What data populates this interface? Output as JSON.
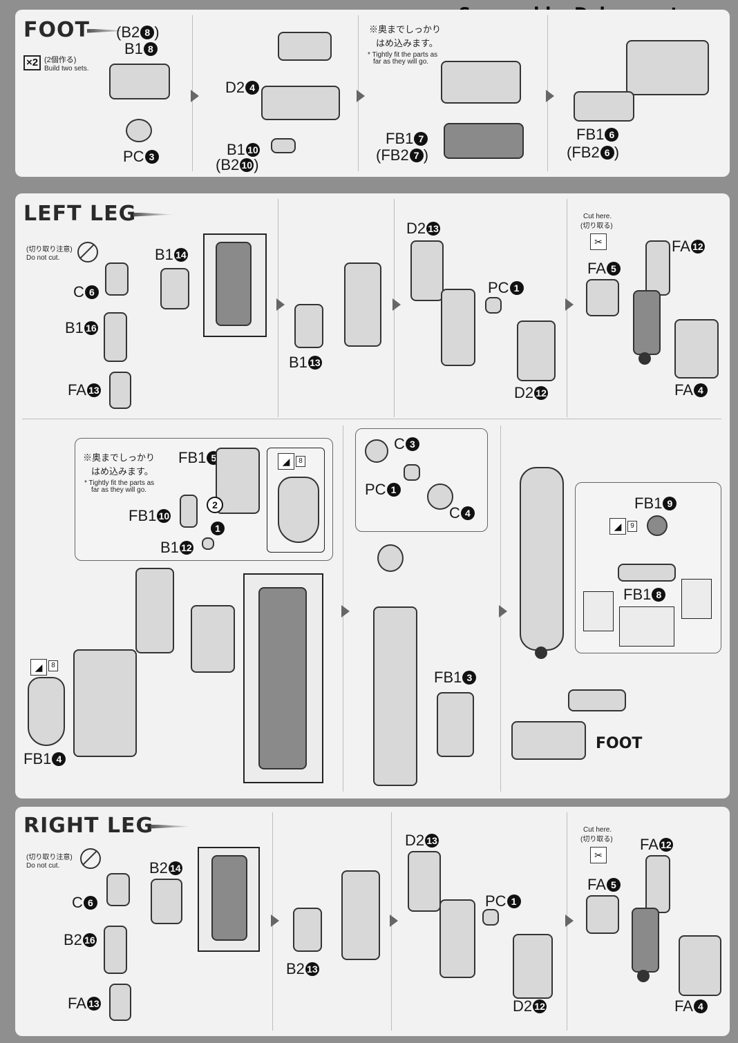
{
  "header": {
    "scanned_by": "Scanned by Dalong.net"
  },
  "foot": {
    "title": "FOOT",
    "build_count": "×2",
    "build_jp": "(2個作る)",
    "build_en": "Build two sets.",
    "step1": {
      "label_top_paren": "(B2",
      "label_top_num": "8",
      "label_top_close": ")",
      "label_b1": "B1",
      "label_b1_num": "8",
      "label_pc": "PC",
      "label_pc_num": "3"
    },
    "step2": {
      "label_d2": "D2",
      "label_d2_num": "4",
      "label_b1": "B1",
      "label_b1_num": "10",
      "label_b2": "(B2",
      "label_b2_num": "10",
      "label_b2_close": ")"
    },
    "step3": {
      "note_jp_1": "※奥までしっかり",
      "note_jp_2": "はめ込みます。",
      "note_en_1": "* Tightly fit the parts as",
      "note_en_2": "far as they will go.",
      "label_fb1": "FB1",
      "label_fb1_num": "7",
      "label_fb2": "(FB2",
      "label_fb2_num": "7",
      "label_fb2_close": ")"
    },
    "step4": {
      "label_fb1": "FB1",
      "label_fb1_num": "6",
      "label_fb2": "(FB2",
      "label_fb2_num": "6",
      "label_fb2_close": ")"
    }
  },
  "left_leg": {
    "title": "LEFT LEG",
    "nocut_jp": "(切り取り注意)",
    "nocut_en": "Do not cut.",
    "labels": {
      "c6": "C",
      "c6_num": "6",
      "b14": "B1",
      "b14_num": "14",
      "b16": "B1",
      "b16_num": "16",
      "fa13": "FA",
      "fa13_num": "13",
      "b13": "B1",
      "b13_num": "13",
      "d213": "D2",
      "d213_num": "13",
      "pc1": "PC",
      "pc1_num": "1",
      "d212": "D2",
      "d212_num": "12",
      "cut_here_en": "Cut here.",
      "cut_here_jp": "(切り取る)",
      "fa12": "FA",
      "fa12_num": "12",
      "fa5": "FA",
      "fa5_num": "5",
      "fa4": "FA",
      "fa4_num": "4"
    },
    "lower": {
      "note_jp_1": "※奥までしっかり",
      "note_jp_2": "はめ込みます。",
      "note_en_1": "* Tightly fit the parts as",
      "note_en_2": "far as they will go.",
      "fb15": "FB1",
      "fb15_num": "5",
      "fb110": "FB1",
      "fb110_num": "10",
      "b112": "B1",
      "b112_num": "12",
      "step_2": "2",
      "step_1": "1",
      "ref_8a": "8",
      "ref_8b": "8",
      "ref_9": "9",
      "fb14": "FB1",
      "fb14_num": "4",
      "c3": "C",
      "c3_num": "3",
      "pc1": "PC",
      "pc1_num": "1",
      "c4": "C",
      "c4_num": "4",
      "fb13": "FB1",
      "fb13_num": "3",
      "fb19": "FB1",
      "fb19_num": "9",
      "fb18": "FB1",
      "fb18_num": "8",
      "foot": "FOOT"
    }
  },
  "right_leg": {
    "title": "RIGHT LEG",
    "nocut_jp": "(切り取り注意)",
    "nocut_en": "Do not cut.",
    "labels": {
      "c6": "C",
      "c6_num": "6",
      "b214": "B2",
      "b214_num": "14",
      "b216": "B2",
      "b216_num": "16",
      "fa13": "FA",
      "fa13_num": "13",
      "b213": "B2",
      "b213_num": "13",
      "d213": "D2",
      "d213_num": "13",
      "pc1": "PC",
      "pc1_num": "1",
      "d212": "D2",
      "d212_num": "12",
      "cut_here_en": "Cut here.",
      "cut_here_jp": "(切り取る)",
      "fa12": "FA",
      "fa12_num": "12",
      "fa5": "FA",
      "fa5_num": "5",
      "fa4": "FA",
      "fa4_num": "4"
    }
  }
}
